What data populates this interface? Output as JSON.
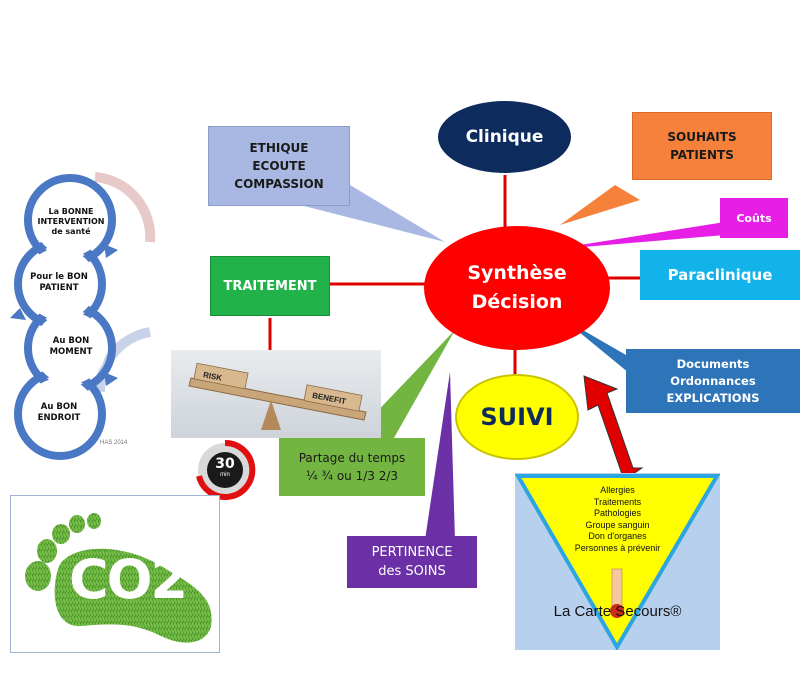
{
  "center": {
    "line1": "Synthèse",
    "line2": "Décision"
  },
  "nodes": {
    "clinique": "Clinique",
    "souhaits": "SOUHAITS\nPATIENTS",
    "couts": "Coûts",
    "paraclinique": "Paraclinique",
    "documents": "Documents\nOrdonnances\nEXPLICATIONS",
    "suivi": "SUIVI",
    "ethique": "ETHIQUE\nECOUTE\nCOMPASSION",
    "traitement": "TRAITEMENT",
    "partage": "Partage du temps\n¼ ¾ ou 1/3 2/3",
    "pertinence": "PERTINENCE\ndes SOINS"
  },
  "cycle": {
    "items": [
      "La BONNE\nINTERVENTION\nde santé",
      "Pour le BON\nPATIENT",
      "Au BON\nMOMENT",
      "Au BON\nENDROIT"
    ],
    "credit": "HAS 2014"
  },
  "risk_image": {
    "risk": "RISK",
    "benefit": "BENEFIT"
  },
  "timer": {
    "value": "30",
    "unit": "min"
  },
  "co2": "CO2",
  "carte": {
    "items": [
      "Allergies",
      "Traitements",
      "Pathologies",
      "Groupe sanguin",
      "Don d'organes",
      "Personnes à prévenir"
    ],
    "title": "La Carte Secours®"
  },
  "colors": {
    "center_red": "#ff0000",
    "clinique_navy": "#0d2b5c",
    "souhaits_orange": "#f5813a",
    "couts_magenta": "#e61ee6",
    "paraclinique_cyan": "#12b2ea",
    "documents_blue": "#2d74b8",
    "suivi_yellow": "#ffff00",
    "ethique_periwinkle": "#a8b8e2",
    "traitement_green": "#21b34a",
    "partage_green": "#73b541",
    "pertinence_purple": "#6b2fa6",
    "card_bg": "#b7d0ed"
  }
}
